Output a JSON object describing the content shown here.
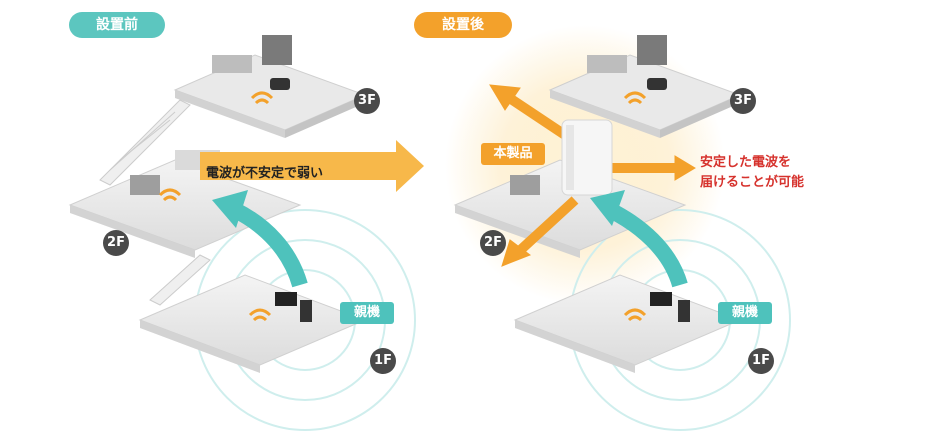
{
  "before": {
    "badge": "設置前",
    "message": "電波が不安定で弱い",
    "router_label": "親機"
  },
  "after": {
    "badge": "設置後",
    "product_label": "本製品",
    "router_label": "親機",
    "message_line1": "安定した電波を",
    "message_line2": "届けることが可能"
  },
  "floors": [
    "3F",
    "2F",
    "1F"
  ],
  "colors": {
    "teal": "#4ec2bc",
    "orange": "#f3a12b",
    "red": "#d6322d",
    "dark": "#4a4a4a"
  }
}
